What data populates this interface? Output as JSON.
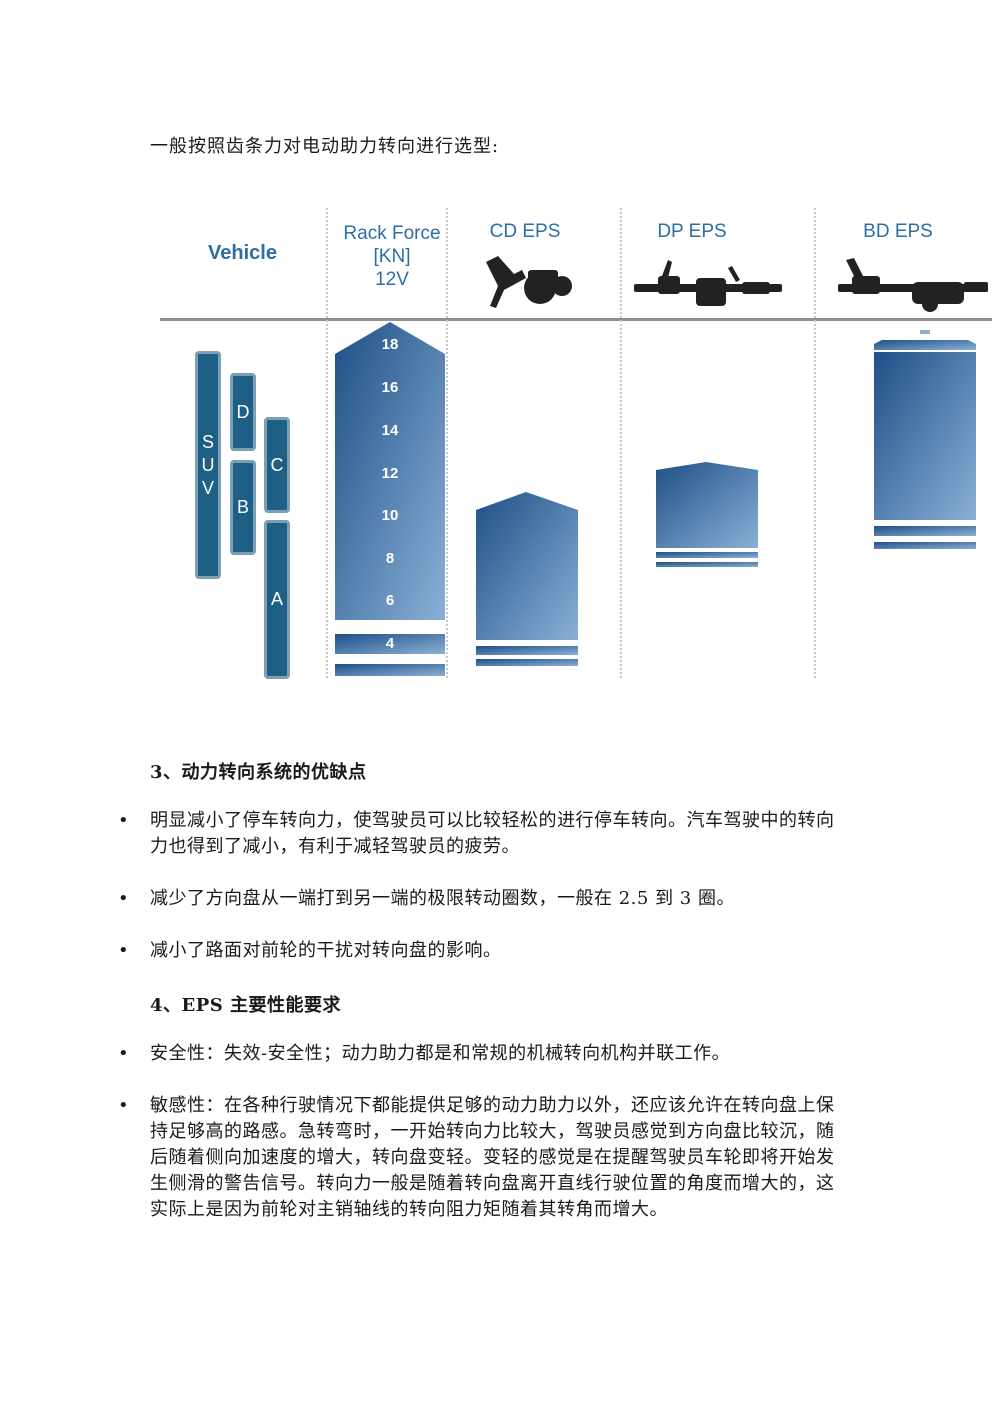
{
  "intro": "一般按照齿条力对电动助力转向进行选型:",
  "figure": {
    "vehicle_header": "Vehicle",
    "rack_header": [
      "Rack Force",
      "[KN]",
      "12V"
    ],
    "columns": [
      "CD EPS",
      "DP EPS",
      "BD EPS"
    ],
    "vehicle_classes": [
      {
        "label": "S\nU\nV"
      },
      {
        "label": "D"
      },
      {
        "label": "B"
      },
      {
        "label": "C"
      },
      {
        "label": "A"
      }
    ],
    "rack_ticks": [
      "18",
      "16",
      "14",
      "12",
      "10",
      "8",
      "6",
      "4"
    ],
    "colors": {
      "header_blue": "#2d6ea6",
      "bar_dark": "#1e4f86",
      "bar_light": "#8bb0d6",
      "class_fill": "#1e5f85"
    }
  },
  "section3": {
    "title": "3、动力转向系统的优缺点",
    "bullets": [
      "明显减小了停车转向力，使驾驶员可以比较轻松的进行停车转向。汽车驾驶中的转向力也得到了减小，有利于减轻驾驶员的疲劳。",
      "减少了方向盘从一端打到另一端的极限转动圈数，一般在 2.5 到 3 圈。",
      "减小了路面对前轮的干扰对转向盘的影响。"
    ]
  },
  "section4": {
    "title": "4、EPS 主要性能要求",
    "bullets": [
      "安全性：失效-安全性；动力助力都是和常规的机械转向机构并联工作。",
      "敏感性：在各种行驶情况下都能提供足够的动力助力以外，还应该允许在转向盘上保持足够高的路感。急转弯时，一开始转向力比较大，驾驶员感觉到方向盘比较沉，随后随着侧向加速度的增大，转向盘变轻。变轻的感觉是在提醒驾驶员车轮即将开始发生侧滑的警告信号。转向力一般是随着转向盘离开直线行驶位置的角度而增大的，这实际上是因为前轮对主销轴线的转向阻力矩随着其转角而增大。"
    ]
  }
}
